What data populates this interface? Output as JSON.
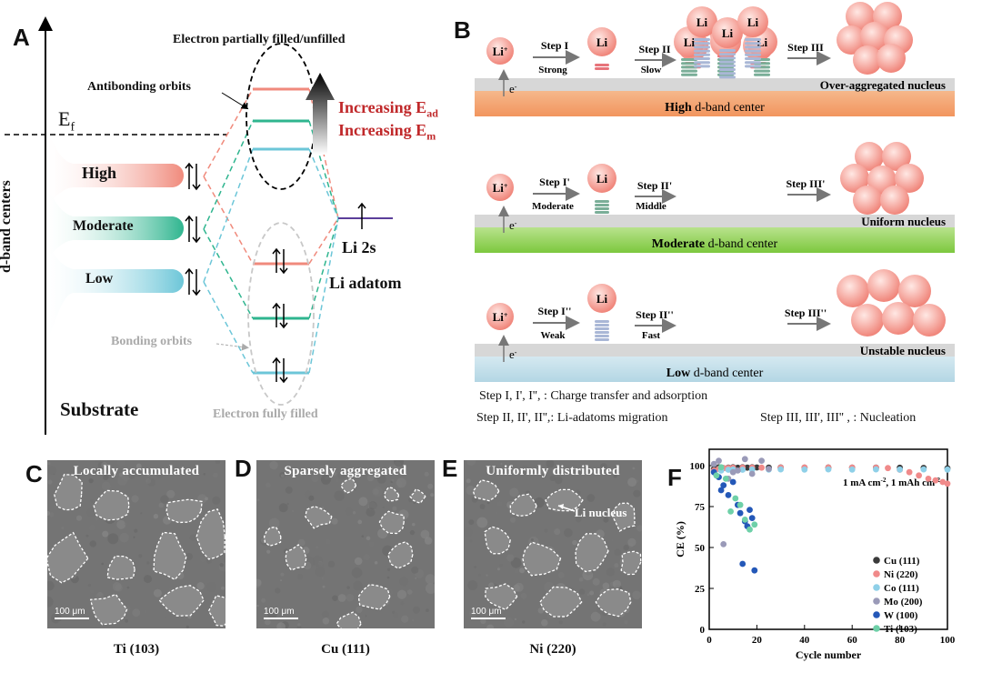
{
  "panelA": {
    "letter": "A",
    "y_axis_label": "d-band centers",
    "fermi_label": "Ef",
    "levels": [
      "High",
      "Moderate",
      "Low"
    ],
    "substrate_label": "Substrate",
    "top_label": "Electron partially filled/unfilled",
    "antibonding_label": "Antibonding orbits",
    "bonding_label": "Bonding orbits",
    "bottom_label": "Electron fully filled",
    "increasing_ead": "Increasing Ead",
    "increasing_em": "Increasing Em",
    "li2s_label": "Li 2s",
    "adatom_label": "Li adatom",
    "colors": {
      "high": "#f08a7c",
      "moderate": "#2fb58f",
      "low": "#6cc6d8",
      "red_text": "#c0282a"
    }
  },
  "panelB": {
    "letter": "B",
    "li_ion": "Li+",
    "li": "Li",
    "electron": "e-",
    "rows": [
      {
        "step1": "Step I",
        "step1_sub": "Strong",
        "step2": "Step II",
        "step2_sub": "Slow",
        "step3": "Step III",
        "nucleus": "Over-aggregated nucleus",
        "band_bold": "High",
        "band_rest": " d-band center",
        "band_color": "#f2a27a"
      },
      {
        "step1": "Step I'",
        "step1_sub": "Moderate",
        "step2": "Step II'",
        "step2_sub": "Middle",
        "step3": "Step III'",
        "nucleus": "Uniform nucleus",
        "band_bold": "Moderate",
        "band_rest": " d-band center",
        "band_color": "#8ccf48"
      },
      {
        "step1": "Step I''",
        "step1_sub": "Weak",
        "step2": "Step II''",
        "step2_sub": "Fast",
        "step3": "Step III''",
        "nucleus": "Unstable nucleus",
        "band_bold": "Low",
        "band_rest": " d-band center",
        "band_color": "#bcdbe8"
      }
    ],
    "legend_line1": "Step I, I', I'', : Charge transfer and adsorption",
    "legend_line2": "Step II, II', II'',: Li-adatoms migration",
    "legend_line3": "Step III, III', III'' , : Nucleation"
  },
  "panelC": {
    "letter": "C",
    "title": "Locally accumulated",
    "scale": "100 μm",
    "caption": "Ti (103)"
  },
  "panelD": {
    "letter": "D",
    "title": "Sparsely aggregated",
    "scale": "100 μm",
    "caption": "Cu (111)"
  },
  "panelE": {
    "letter": "E",
    "title": "Uniformly distributed",
    "scale": "100 μm",
    "caption": "Ni (220)",
    "arrow_label": "Li nucleus"
  },
  "chart_data": {
    "type": "scatter",
    "panel_letter": "F",
    "title": "",
    "annotation": "1 mA cm-2,   1 mAh cm-2",
    "xlabel": "Cycle number",
    "ylabel": "CE (%)",
    "xlim": [
      0,
      100
    ],
    "ylim": [
      0,
      110
    ],
    "xticks": [
      0,
      20,
      40,
      60,
      80,
      100
    ],
    "yticks": [
      0,
      25,
      50,
      75,
      100
    ],
    "legend_position": "bottom-right",
    "series": [
      {
        "name": "Cu (111)",
        "color": "#3a3a3a",
        "x": [
          2,
          4,
          6,
          8,
          10,
          12,
          14,
          16,
          18,
          20,
          25,
          30,
          40,
          50,
          60,
          70,
          80,
          90,
          100
        ],
        "y": [
          98,
          99,
          98.5,
          98.8,
          99,
          98.7,
          99,
          98.8,
          99,
          98.9,
          98.8,
          98.9,
          98.8,
          98.9,
          98.8,
          98.8,
          98.7,
          98.6,
          98.4
        ]
      },
      {
        "name": "Ni (220)",
        "color": "#f08a8a",
        "x": [
          2,
          4,
          6,
          8,
          10,
          14,
          18,
          22,
          30,
          40,
          50,
          60,
          70,
          75,
          80,
          84,
          88,
          92,
          95,
          98,
          100
        ],
        "y": [
          97,
          98,
          98.5,
          98.6,
          98.7,
          98.8,
          98.8,
          98.8,
          98.8,
          98.9,
          98.9,
          98.8,
          98.7,
          98.5,
          97.5,
          96,
          94,
          92,
          91,
          90,
          89
        ]
      },
      {
        "name": "Co (111)",
        "color": "#8fd0e8",
        "x": [
          2,
          5,
          8,
          10,
          14,
          18,
          25,
          30,
          40,
          50,
          60,
          70,
          80,
          90,
          100
        ],
        "y": [
          96,
          97,
          97.5,
          97.6,
          97.5,
          97.6,
          97.6,
          97.7,
          97.6,
          97.7,
          97.6,
          97.7,
          97.6,
          97.7,
          97.6
        ]
      },
      {
        "name": "Mo (200)",
        "color": "#9a9ab8",
        "x": [
          2,
          4,
          6,
          8,
          10,
          12,
          15,
          18,
          22,
          25
        ],
        "y": [
          101,
          103,
          52,
          92,
          96,
          97,
          104,
          95,
          103,
          98
        ]
      },
      {
        "name": "W (100)",
        "color": "#2458b8",
        "x": [
          2,
          4,
          5,
          6,
          8,
          10,
          12,
          13,
          14,
          15,
          16,
          17,
          18,
          19
        ],
        "y": [
          96,
          93,
          85,
          88,
          82,
          90,
          76,
          71,
          40,
          66,
          63,
          73,
          68,
          36
        ]
      },
      {
        "name": "Ti (103)",
        "color": "#6ed0a8",
        "x": [
          3,
          5,
          7,
          9,
          11,
          13,
          15,
          17,
          19
        ],
        "y": [
          94,
          99,
          92,
          72,
          80,
          76,
          67,
          61,
          64
        ]
      }
    ]
  }
}
